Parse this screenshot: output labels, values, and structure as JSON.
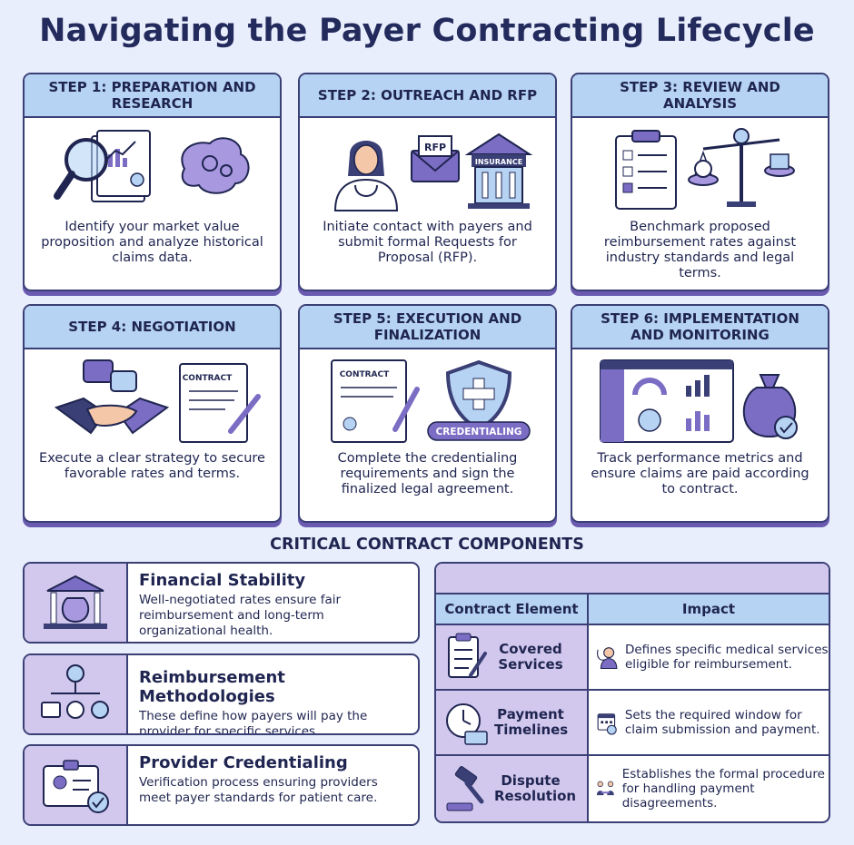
{
  "title": "Navigating the Payer Contracting Lifecycle",
  "steps": [
    {
      "title": "STEP 1: PREPARATION AND RESEARCH",
      "text": "Identify your market value proposition and analyze historical claims data."
    },
    {
      "title": "STEP 2: OUTREACH AND RFP",
      "text": "Initiate contact with payers and submit formal Requests for Proposal (RFP).",
      "rfp_label": "RFP",
      "insurance_label": "INSURANCE"
    },
    {
      "title": "STEP 3: REVIEW AND ANALYSIS",
      "text": "Benchmark proposed reimbursement rates against industry standards and legal terms."
    },
    {
      "title": "STEP 4: NEGOTIATION",
      "text": "Execute a clear strategy to secure favorable rates and terms.",
      "contract_label": "CONTRACT"
    },
    {
      "title": "STEP 5: EXECUTION AND FINALIZATION",
      "text": "Complete the credentialing requirements and sign the finalized legal agreement.",
      "contract_label": "CONTRACT",
      "credentialing_label": "CREDENTIALING"
    },
    {
      "title": "STEP 6: IMPLEMENTATION AND MONITORING",
      "text": "Track performance metrics and ensure claims are paid according to contract."
    }
  ],
  "components_title": "CRITICAL CONTRACT COMPONENTS",
  "components": [
    {
      "title": "Financial Stability",
      "text": "Well-negotiated rates ensure fair reimbursement and long-term organizational health.",
      "icon": "bank-money-bag-icon"
    },
    {
      "title": "Reimbursement Methodologies",
      "text": "These define how payers will pay the provider for specific services.",
      "icon": "payment-flow-icon"
    },
    {
      "title": "Provider Credentialing",
      "text": "Verification process ensuring providers meet payer standards for patient care.",
      "icon": "id-badge-check-icon"
    }
  ],
  "table": {
    "headers": [
      "Contract Element",
      "Impact"
    ],
    "rows": [
      {
        "element": "Covered Services",
        "impact": "Defines specific medical services eligible for reimbursement."
      },
      {
        "element": "Payment Timelines",
        "impact": "Sets the required window for claim submission and payment."
      },
      {
        "element": "Dispute Resolution",
        "impact": "Establishes the formal procedure for handling payment disagreements."
      }
    ]
  },
  "colors": {
    "navy": "#1f2550",
    "header_blue": "#b6d3f3",
    "lavender": "#d2c8ee",
    "purple": "#7b6cc4",
    "background": "#e8eefc"
  }
}
